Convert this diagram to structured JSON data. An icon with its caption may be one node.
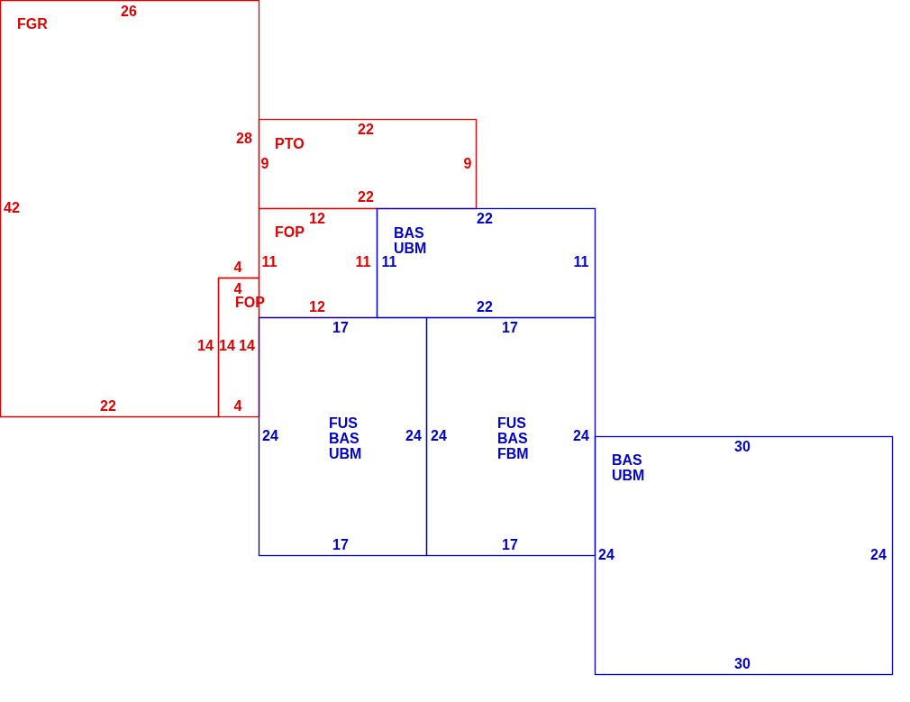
{
  "diagram": {
    "nodes": [
      {
        "text": [
          "FGR"
        ]
      },
      {
        "text": [
          "PTO"
        ]
      },
      {
        "text": [
          "FOP"
        ]
      },
      {
        "text": [
          "BAS UBM"
        ]
      },
      {
        "text": [
          "FOP"
        ]
      },
      {
        "text": [
          "FUS BAS UBM"
        ]
      },
      {
        "text": [
          "FUS BAS FBM"
        ]
      },
      {
        "text": [
          "BAS UBM"
        ]
      }
    ],
    "labels": [
      "26",
      "22",
      "28",
      "9",
      "9",
      "42",
      "22",
      "12",
      "22",
      "11",
      "11",
      "11",
      "11",
      "4",
      "4",
      "12",
      "22",
      "17",
      "17",
      "14",
      "14",
      "14",
      "22",
      "4",
      "24",
      "24",
      "24",
      "24",
      "30",
      "17",
      "17",
      "24",
      "24",
      "30"
    ]
  }
}
